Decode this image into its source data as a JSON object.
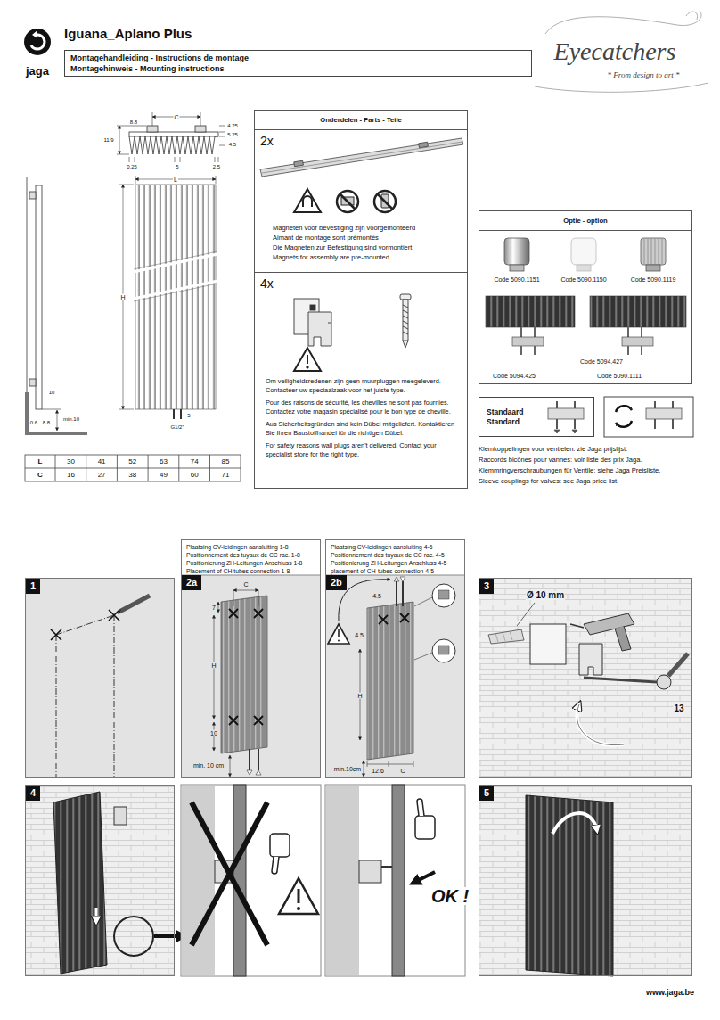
{
  "diagram": {
    "title": "Iguana_Aplano Plus",
    "nodes": [
      {
        "text": [
          "Montagehandleiding - Instructions de montage",
          "Montagehinweis - Mounting instructions"
        ]
      },
      {
        "text": [
          "Onderdelen - Parts - Teile"
        ]
      },
      {
        "text": [
          "2x",
          "Magneten voor bevestiging zijn voorgemonteerd",
          "Aimant de montage sont prémontés",
          "Die Magneten zur Befestigung sind vormontiert",
          "Magnets for assembly are pre-mounted"
        ],
        "in": 1
      },
      {
        "text": [
          "4x",
          "Om veiligheidsredenen zijn geen muurpluggen meegeleverd. Contacteer uw speciaalzaak voor het juiste type.",
          "Pour des raisons de sécurité, les chevilles ne sont pas fournies. Contactez votre magasin spécialisé pour le bon type de cheville.",
          "Aus Sicherheitsgründen sind kein Dübel mitgeliefert. Kontaktieren Sie Ihren Baustoffhandel für die richtigen Dübel.",
          "For safety reasons wall plugs aren't delivered. Contact your specialist store for the right type."
        ],
        "in": 1
      },
      {
        "text": [
          "Optie - option"
        ]
      },
      {
        "text": [
          "Standaard Standard"
        ]
      },
      {
        "text": [
          "1"
        ]
      },
      {
        "text": [
          "Plaatsing CV-leidingen aansluiting 1-8",
          "Positionnement des tuyaux de CC rac. 1-8",
          "Positionierung ZH-Leitungen Anschluss 1-8",
          "Placement of CH tubes connection 1-8",
          "2a"
        ]
      },
      {
        "text": [
          "Plaatsing CV-leidingen aansluiting 4-5",
          "Positionnement des tuyaux de CC rac. 4-5",
          "Positionierung ZH-Leitungen Anschluss 4-5",
          "placement of CH-tubes connection 4-5",
          "2b"
        ]
      },
      {
        "text": [
          "3"
        ]
      },
      {
        "text": [
          "4"
        ]
      },
      {
        "text": [
          "5"
        ]
      }
    ],
    "labels": [
      "jaga",
      "Eyecatchers",
      "* From design to art *",
      "C",
      "4.25",
      "11.9",
      "8.8",
      "5.25",
      "4.5",
      "0.25",
      "5",
      "2.5",
      "10",
      "0.6",
      "8.8",
      "min.10",
      "L",
      "H",
      "5",
      "G1/2\"",
      "L",
      "30",
      "41",
      "52",
      "63",
      "74",
      "85",
      "C",
      "16",
      "27",
      "38",
      "49",
      "60",
      "71",
      "Code 5090.1151",
      "Code 5090.1150",
      "Code 5090.1119",
      "Code 5094.427",
      "Code 5094.425",
      "Code 5090.1111",
      "Klemkoppelingen voor ventielen: zie Jaga prijslijst.",
      "Raccords bicônes pour vannes: voir liste des prix Jaga.",
      "Klemmringverschraubungen für Ventile: siehe Jaga Preisliste.",
      "Sleeve couplings for valves: see Jaga price list.",
      "C",
      "7",
      "H",
      "10",
      "min. 10 cm",
      "4.5",
      "4.5",
      "H",
      "12.6",
      "C",
      "min.10cm",
      "Ø 10 mm",
      "13",
      "OK !",
      "www.jaga.be"
    ]
  }
}
